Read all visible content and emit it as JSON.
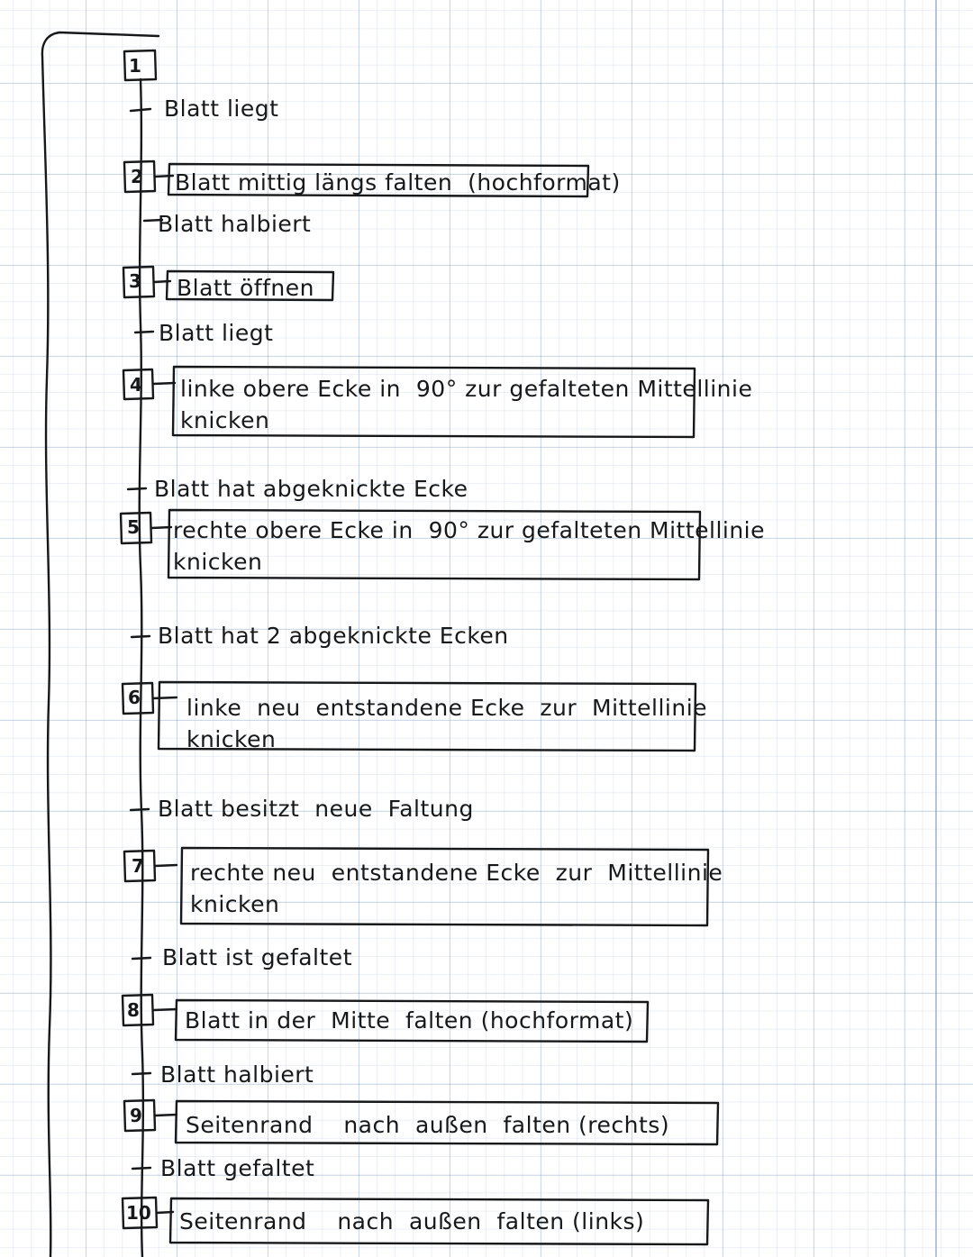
{
  "document": {
    "kind": "handwritten-flowchart",
    "language": "de",
    "paper": "graph-paper",
    "ink_color": "#17181a",
    "grid_color": "#7896b9"
  },
  "flow": {
    "steps": [
      {
        "number": "1",
        "state": "Blatt liegt",
        "action": null
      },
      {
        "number": "2",
        "state": "Blatt halbiert",
        "action": "Blatt mittig längs falten  (hochformat)"
      },
      {
        "number": "3",
        "state": "Blatt liegt",
        "action": "Blatt öffnen"
      },
      {
        "number": "4",
        "state": "Blatt hat abgeknickte Ecke",
        "action": "linke obere Ecke in  90° zur gefalteten Mittellinie\nknicken"
      },
      {
        "number": "5",
        "state": "Blatt hat 2 abgeknickte Ecken",
        "action": "rechte obere Ecke in  90° zur gefalteten Mittellinie\nknicken"
      },
      {
        "number": "6",
        "state": "Blatt besitzt  neue  Faltung",
        "action": "linke  neu  entstandene Ecke  zur  Mittellinie\nknicken"
      },
      {
        "number": "7",
        "state": "Blatt ist gefaltet",
        "action": "rechte neu  entstandene Ecke  zur  Mittellinie\nknicken"
      },
      {
        "number": "8",
        "state": "Blatt halbiert",
        "action": "Blatt in der  Mitte  falten (hochformat)"
      },
      {
        "number": "9",
        "state": "Blatt gefaltet",
        "action": "Seitenrand    nach  außen  falten (rechts)"
      },
      {
        "number": "10",
        "state": null,
        "action": "Seitenrand    nach  außen  falten (links)"
      }
    ]
  }
}
